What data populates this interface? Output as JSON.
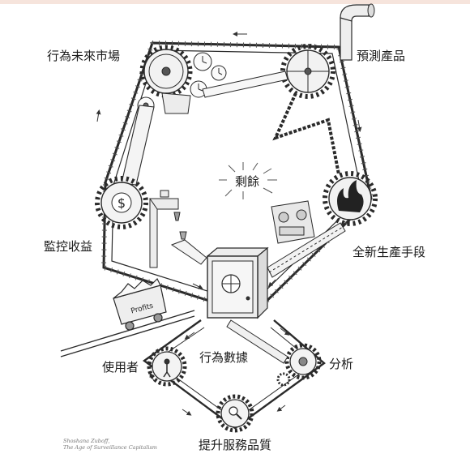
{
  "labels": {
    "future_markets": "行為未來市場",
    "prediction_products": "預測產品",
    "surplus": "剩餘",
    "surveillance_revenue": "監控收益",
    "new_means_of_production": "全新生產手段",
    "users": "使用者",
    "behavioral_data": "行為數據",
    "analysis": "分析",
    "improve_services": "提升服務品質"
  },
  "cart_label": "Profits",
  "credit": {
    "author": "Shoshana Zuboff,",
    "book": "The Age of Surveillance Capitalism"
  },
  "colors": {
    "ink": "#2a2a2a",
    "accent_band": "#f6e4dc",
    "fire": "#222222"
  }
}
